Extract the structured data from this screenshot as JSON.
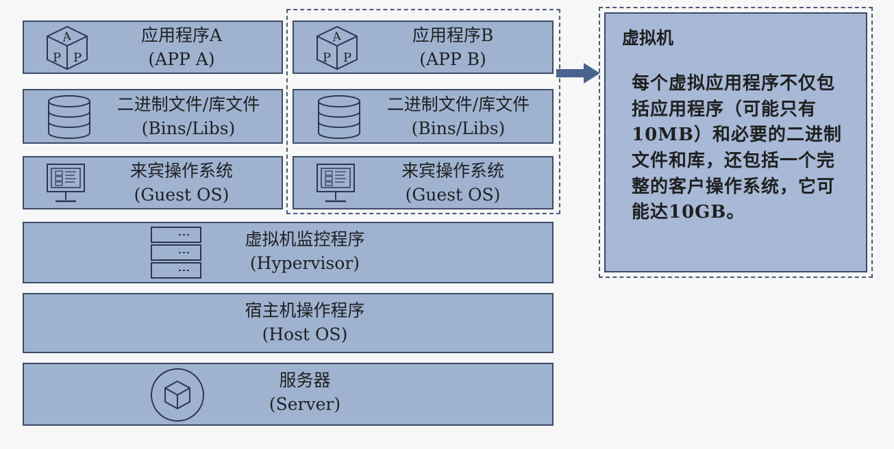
{
  "layers": {
    "app_a": {
      "title": "应用程序A",
      "subtitle": "(APP A)"
    },
    "app_b": {
      "title": "应用程序B",
      "subtitle": "(APP B)"
    },
    "bins_a": {
      "title": "二进制文件/库文件",
      "subtitle": "(Bins/Libs)"
    },
    "bins_b": {
      "title": "二进制文件/库文件",
      "subtitle": "(Bins/Libs)"
    },
    "guest_a": {
      "title": "来宾操作系统",
      "subtitle": "(Guest OS)"
    },
    "guest_b": {
      "title": "来宾操作系统",
      "subtitle": "(Guest OS)"
    },
    "hypervisor": {
      "title": "虚拟机监控程序",
      "subtitle": "(Hypervisor)"
    },
    "host_os": {
      "title": "宿主机操作程序",
      "subtitle": "(Host OS)"
    },
    "server": {
      "title": "服务器",
      "subtitle": "(Server)"
    }
  },
  "app_icon_letters": {
    "top": "A",
    "left": "P",
    "right": "P"
  },
  "note": {
    "title": "虚拟机",
    "body": "每个虚拟应用程序不仅包括应用程序（可能只有 10MB）和必要的二进制文件和库，还包括一个完整的客户操作系统，它可能达10GB。"
  },
  "colors": {
    "box_fill": "#9fb3d1",
    "box_border": "#3c4a66",
    "arrow": "#4a6290"
  },
  "icons": {
    "app": "cube-icon",
    "bins": "database-icon",
    "guest": "monitor-icon",
    "hypervisor": "server-rack-icon",
    "server": "hexagon-cube-icon"
  }
}
